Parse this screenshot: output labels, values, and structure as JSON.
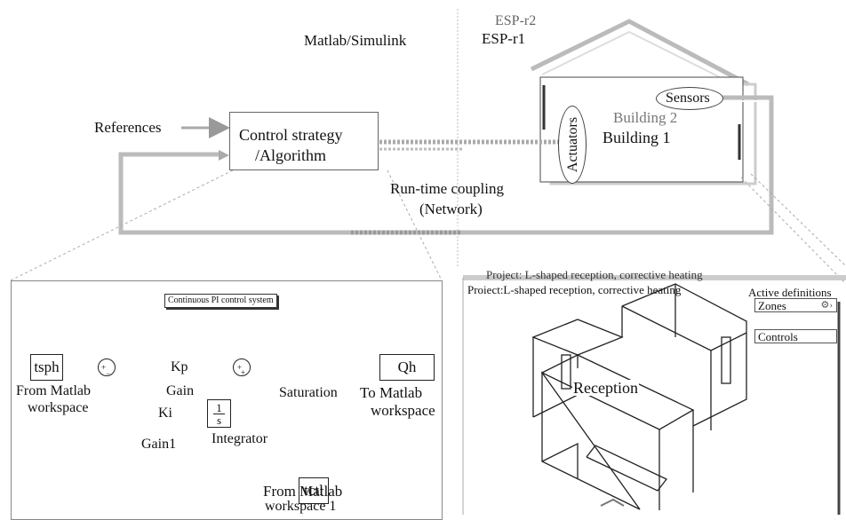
{
  "top": {
    "env_left": "Matlab/Simulink",
    "esp_r2": "ESP-r2",
    "esp_r1": "ESP-r1",
    "references": "References",
    "control_line1": "Control strategy",
    "control_line2": "/Algorithm",
    "coupling_line1": "Run-time coupling",
    "coupling_line2": "(Network)",
    "actuators": "Actuators",
    "sensors": "Sensors",
    "building2": "Building 2",
    "building1": "Building 1"
  },
  "simulink": {
    "title": "Continuous PI control system",
    "blocks": {
      "tsph": "tsph",
      "kp": "Kp",
      "ki": "Ki",
      "int_num": "1",
      "int_den": "s",
      "qh": "Qh",
      "tctl": "tctl"
    },
    "labels": {
      "from_ws_1": "From Matlab",
      "from_ws_2": "workspace",
      "gain": "Gain",
      "gain1": "Gain1",
      "integrator": "Integrator",
      "saturation": "Saturation",
      "to_ws_1": "To Matlab",
      "to_ws_2": "workspace",
      "from_ws1_1": "From Matlab",
      "from_ws1_2": "workspace 1"
    }
  },
  "esp": {
    "project_back": "Project: L-shaped reception, corrective heating",
    "project_front": "Proiect:L-shaped reception, corrective heating",
    "active_definitions": "Active definitions",
    "zones": "Zones",
    "controls": "Controls",
    "reception": "Reception"
  },
  "colors": {
    "line": "#555555",
    "light_line": "#9a9a9a",
    "building2_text": "#777777"
  }
}
